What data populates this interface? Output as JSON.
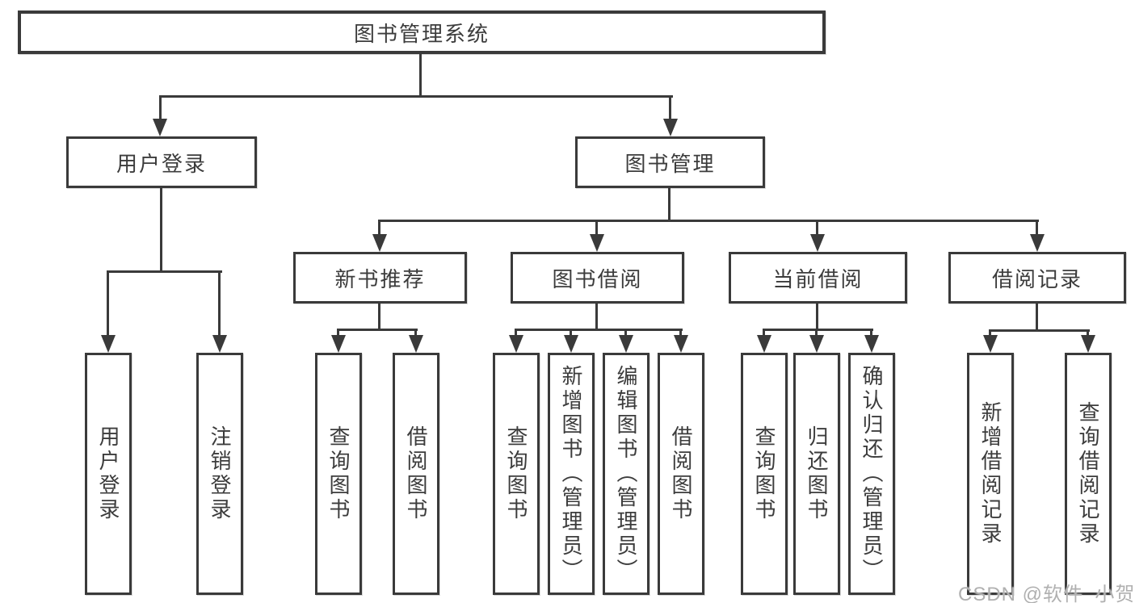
{
  "nodes": {
    "root": "图书管理系统",
    "user_login": "用户登录",
    "book_mgmt": "图书管理",
    "new_books": "新书推荐",
    "book_borrow": "图书借阅",
    "current_borrow": "当前借阅",
    "borrow_records": "借阅记录"
  },
  "leaves": {
    "user_login": "用户登录",
    "logout": "注销登录",
    "nb_query_books": "查询图书",
    "nb_borrow_books": "借阅图书",
    "bb_query_books": "查询图书",
    "bb_add_books": "新增图书（管理员）",
    "bb_edit_books": "编辑图书（管理员）",
    "bb_borrow_books": "借阅图书",
    "cb_query_books": "查询图书",
    "cb_return_books": "归还图书",
    "cb_confirm_return": "确认归还（管理员）",
    "br_add_record": "新增借阅记录",
    "br_query_record": "查询借阅记录"
  },
  "watermark": "CSDN @软件_小贺同学",
  "colors": {
    "line": "#3a3a3a",
    "text": "#3c3c3c",
    "background": "#ffffff",
    "watermark": "#b0b0b0"
  }
}
